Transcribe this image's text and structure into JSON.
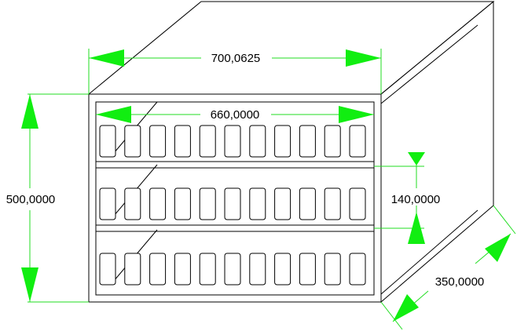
{
  "drawing": {
    "colors": {
      "outline": "#000000",
      "dimension_line": "#22dd22",
      "dimension_arrow": "#11ee11",
      "background": "#ffffff"
    },
    "shelf_rows": 3,
    "slots_per_row": 11
  },
  "dimensions": {
    "outer_width": "700,0625",
    "inner_width": "660,0000",
    "height": "500,0000",
    "shelf_spacing": "140,0000",
    "depth": "350,0000"
  }
}
